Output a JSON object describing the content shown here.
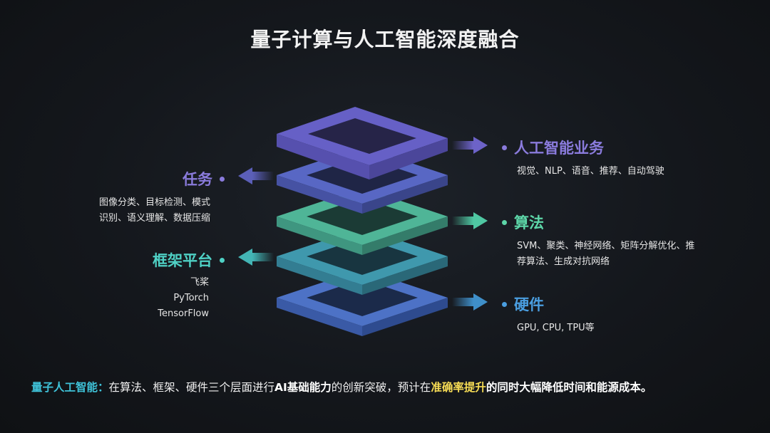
{
  "title": "量子计算与人工智能深度融合",
  "right": [
    {
      "title": "人工智能业务",
      "desc": [
        "视觉、NLP、语音、推荐、自动驾驶"
      ],
      "color": "#8a7bdc"
    },
    {
      "title": "算法",
      "desc": [
        "SVM、聚类、神经网络、矩阵分解优化、推",
        "荐算法、生成对抗网络"
      ],
      "color": "#5dd6a8"
    },
    {
      "title": "硬件",
      "desc": [
        "GPU, CPU, TPU等"
      ],
      "color": "#4a9ee0"
    }
  ],
  "left": [
    {
      "title": "任务",
      "desc": [
        "图像分类、目标检测、模式",
        "识别、语义理解、数据压缩"
      ],
      "color": "#8a7bdc"
    },
    {
      "title": "框架平台",
      "desc": [
        "飞桨",
        "PyTorch",
        "TensorFlow"
      ],
      "color": "#4fd1c5"
    }
  ],
  "bottom": {
    "lead": "量子人工智能：",
    "part1": "在算法、框架、硬件三个层面进行",
    "bold1": "AI基础能力",
    "part2": "的创新突破，预计在",
    "bold2": "准确率提升",
    "part3": "的同时大幅降低时间和能源成本。"
  },
  "layer_colors": [
    "#5b54b8",
    "#5862c0",
    "#3f9e8a",
    "#3f8fa6",
    "#4a6cbf"
  ],
  "arrow_colors": {
    "right": [
      "#6d63c8",
      "#4fc7a2",
      "#3f8fc9"
    ],
    "left": [
      "#5b5fb8",
      "#43b5b5"
    ]
  }
}
